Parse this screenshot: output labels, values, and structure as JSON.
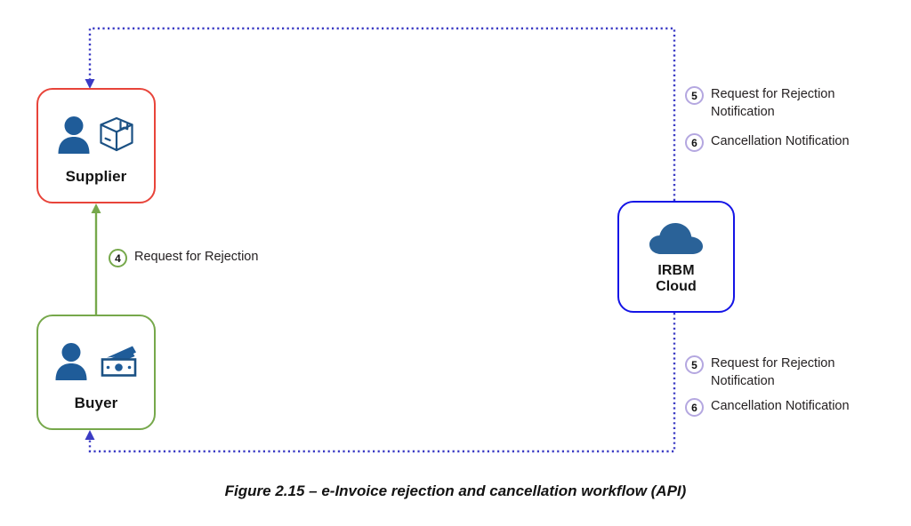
{
  "figure": {
    "caption": "Figure 2.15 – e-Invoice rejection and cancellation workflow (API)"
  },
  "nodes": [
    {
      "id": "supplier",
      "label": "Supplier",
      "border_color": "#e8443a",
      "icons": [
        "person-icon",
        "parcel-box-icon"
      ]
    },
    {
      "id": "buyer",
      "label": "Buyer",
      "border_color": "#76a84b",
      "icons": [
        "person-icon",
        "cash-money-icon"
      ]
    },
    {
      "id": "irbm",
      "label": "IRBM\nCloud",
      "label_line1": "IRBM",
      "label_line2": "Cloud",
      "border_color": "#1414e6",
      "icons": [
        "cloud-icon"
      ]
    }
  ],
  "steps": {
    "step4": {
      "number": "4",
      "text": "Request for Rejection",
      "badge_color": "#76a84b"
    },
    "step5_top": {
      "number": "5",
      "text": "Request for Rejection\nNotification",
      "badge_color": "#b4a7e0"
    },
    "step6_top": {
      "number": "6",
      "text": "Cancellation Notification",
      "badge_color": "#b4a7e0"
    },
    "step5_bottom": {
      "number": "5",
      "text": "Request for Rejection\nNotification",
      "badge_color": "#b4a7e0"
    },
    "step6_bottom": {
      "number": "6",
      "text": "Cancellation Notification",
      "badge_color": "#b4a7e0"
    }
  },
  "connectors": [
    {
      "id": "irbm-to-supplier",
      "style": "dotted",
      "color": "#3b3bc4",
      "from": "irbm-cloud-top",
      "to": "supplier-top",
      "arrow": "down"
    },
    {
      "id": "buyer-to-supplier",
      "style": "solid",
      "color": "#76a84b",
      "from": "buyer-top",
      "to": "supplier-bottom",
      "arrow": "up"
    },
    {
      "id": "irbm-to-buyer",
      "style": "dotted",
      "color": "#3b3bc4",
      "from": "irbm-cloud-bottom",
      "to": "buyer-bottom",
      "arrow": "up"
    }
  ],
  "palette": {
    "icon_blue": "#1f5c99",
    "icon_blue_dark": "#1b5184",
    "dotted_blue": "#3b3bc4",
    "green": "#76a84b",
    "red": "#e8443a",
    "blue": "#1414e6",
    "lavender": "#b4a7e0"
  }
}
